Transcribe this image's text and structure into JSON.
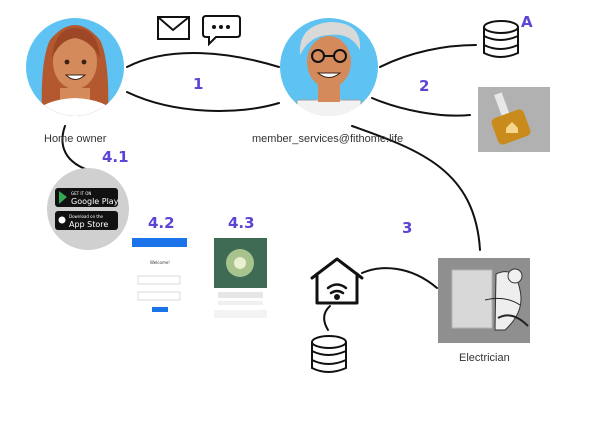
{
  "colors": {
    "accent": "#5b45d6",
    "line": "#111111",
    "avatar_bg": "#5ec3f2",
    "phone_blue": "#1a73e8"
  },
  "nodes": {
    "home_owner": {
      "label": "Home owner"
    },
    "member_services": {
      "label": "member_services@fithome.life"
    },
    "electrician": {
      "label": "Electrician"
    }
  },
  "steps": {
    "s1": "1",
    "s2": "2",
    "s3": "3",
    "s4_1": "4.1",
    "s4_2": "4.2",
    "s4_3": "4.3",
    "A": "A"
  },
  "stores": {
    "google_small": "GET IT ON",
    "google_big": "Google Play",
    "apple_small": "Download on the",
    "apple_big": "App Store"
  },
  "icons": [
    "envelope-icon",
    "chat-bubble-icon",
    "database-icon",
    "key-icon",
    "smart-home-wifi-icon",
    "storefront-badge-icon"
  ],
  "app_screen": {
    "welcome": "Welcome!"
  }
}
